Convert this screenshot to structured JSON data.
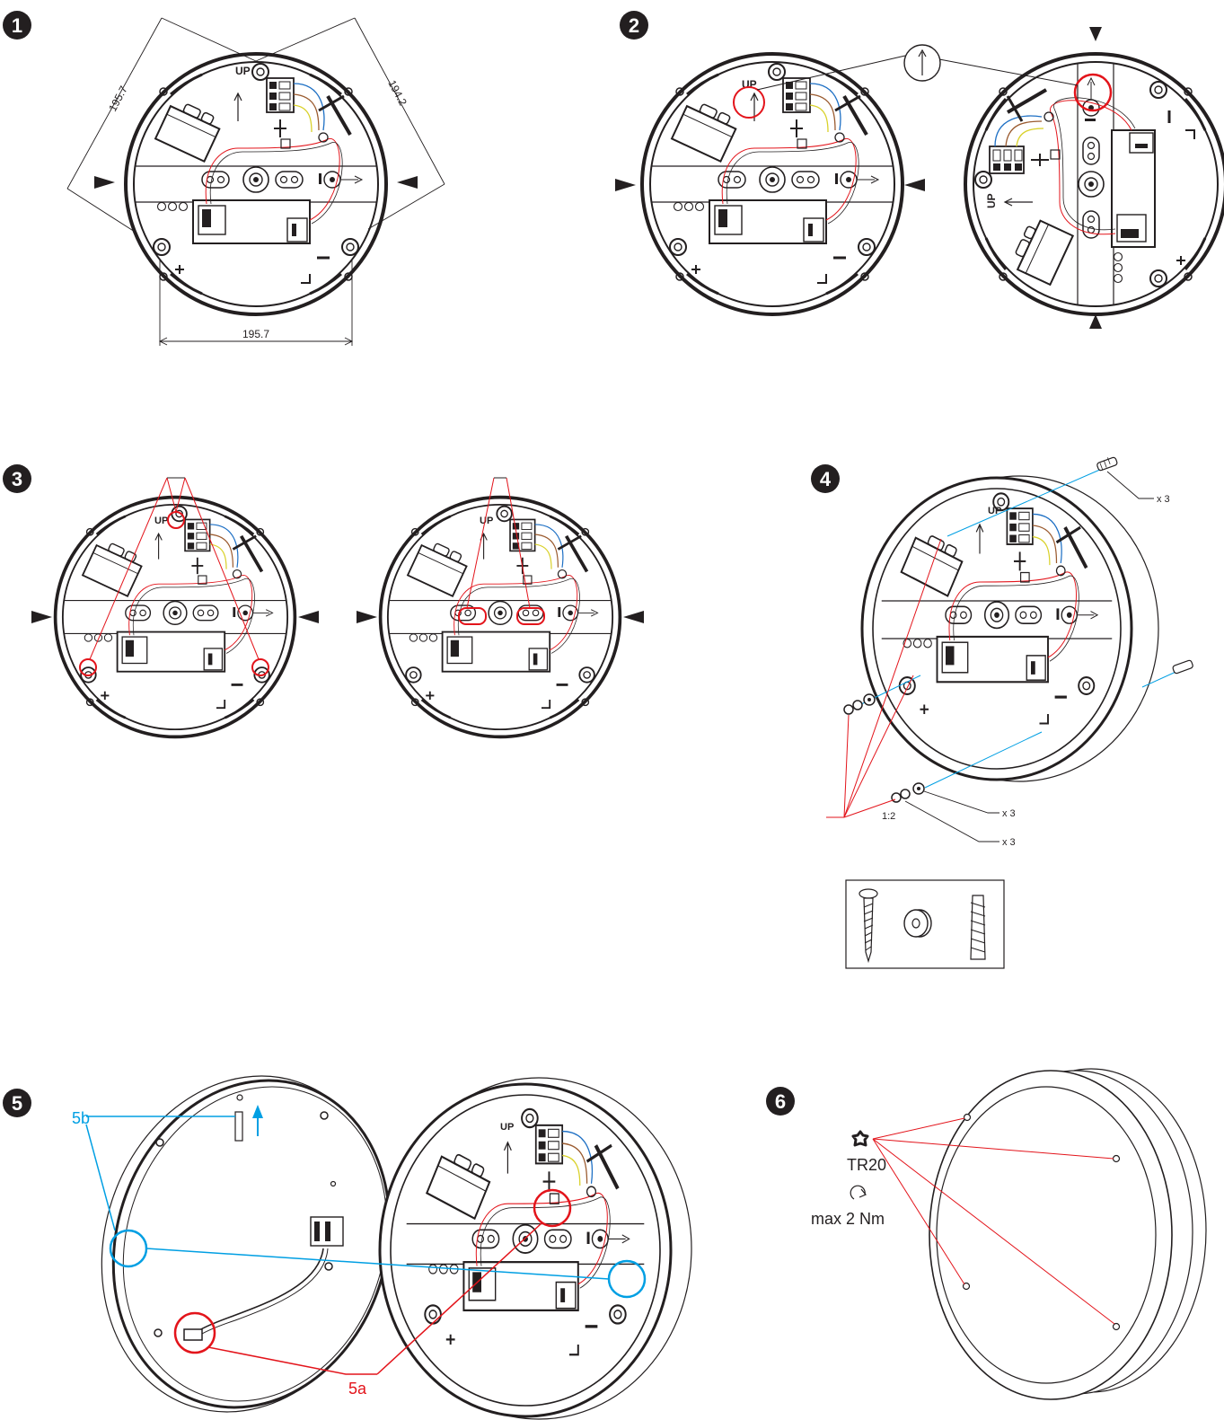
{
  "steps": [
    "1",
    "2",
    "3",
    "4",
    "5",
    "6"
  ],
  "colors": {
    "ink": "#231f20",
    "red": "#e3141b",
    "blue": "#009fe3",
    "wireYellow": "#d9d12a",
    "wireBlue": "#1d6fc4",
    "wireBrown": "#9a5a2e"
  },
  "base_label": {
    "up": "UP"
  },
  "step1": {
    "dim_left": "195.7",
    "dim_right": "194.2",
    "dim_bottom": "195.7"
  },
  "step4": {
    "qty_dowel": "x 3",
    "qty_washer": "x 3",
    "qty_screw": "x 3",
    "ratio": "1:2"
  },
  "step5": {
    "label_a": "5a",
    "label_b": "5b"
  },
  "step6": {
    "tool": "TR20",
    "torque": "max 2 Nm"
  },
  "icons": [
    "arrow-up-circle-icon",
    "torx-icon",
    "rotate-arrow-icon",
    "screw-icon",
    "washer-icon",
    "wall-plug-icon",
    "pointer-triangle-icon"
  ]
}
